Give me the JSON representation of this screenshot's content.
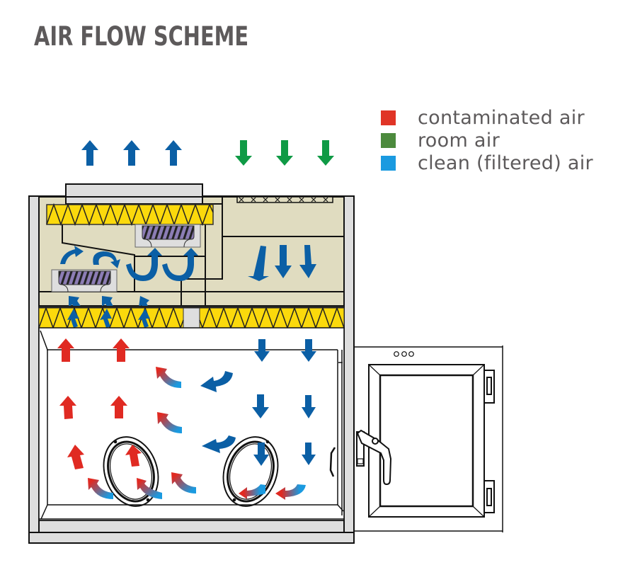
{
  "title": "AIR FLOW SCHEME",
  "legend": {
    "items": [
      {
        "label": "contaminated air",
        "color": "#e03426"
      },
      {
        "label": "room air",
        "color": "#4c8a3d"
      },
      {
        "label": "clean (filtered) air",
        "color": "#1a9ae0"
      }
    ]
  },
  "colors": {
    "exhaust_blue": "#0b5fa5",
    "room_green": "#0f9a45",
    "contaminated_red": "#e02a22",
    "clean_light_blue": "#1a9ae0",
    "hepa_yellow": "#fbd90c",
    "plenum_beige": "#e0dcc0",
    "frame_gray": "#dedede",
    "fan_purple": "#8c7db5",
    "line": "#111111"
  },
  "diagram": {
    "components": [
      "exhaust-hepa-filter",
      "exhaust-fan",
      "recirculation-fan",
      "supply-hepa-filter",
      "prefilter",
      "work-chamber",
      "glove-port-left",
      "glove-port-right",
      "pass-box-door"
    ]
  }
}
